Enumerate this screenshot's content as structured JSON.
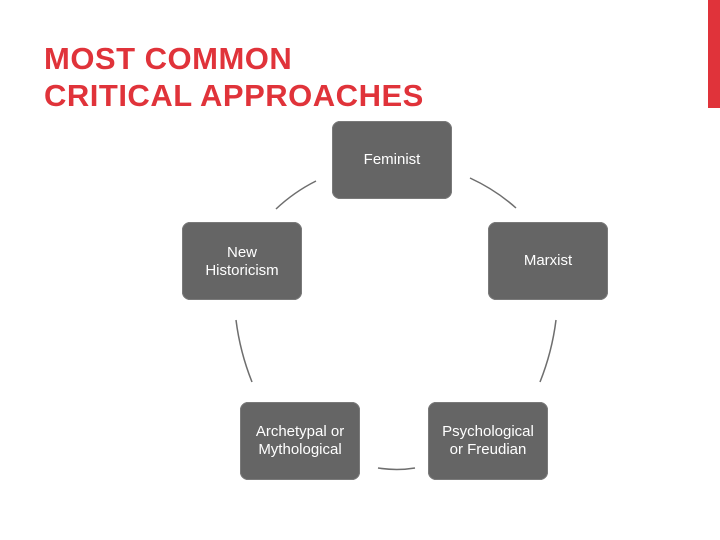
{
  "slide": {
    "title_line1": "MOST COMMON",
    "title_line2": "CRITICAL APPROACHES",
    "accent_color": "#e0333a"
  },
  "diagram": {
    "type": "cycle",
    "nodes": [
      {
        "id": "feminist",
        "label": "Feminist"
      },
      {
        "id": "marxist",
        "label": "Marxist"
      },
      {
        "id": "psychological",
        "label": "Psychological or Freudian"
      },
      {
        "id": "archetypal",
        "label": "Archetypal or Mythological"
      },
      {
        "id": "new-historicism",
        "label": "New Historicism"
      }
    ],
    "node_color": "#656565",
    "connector_color": "#6e6e6e"
  }
}
